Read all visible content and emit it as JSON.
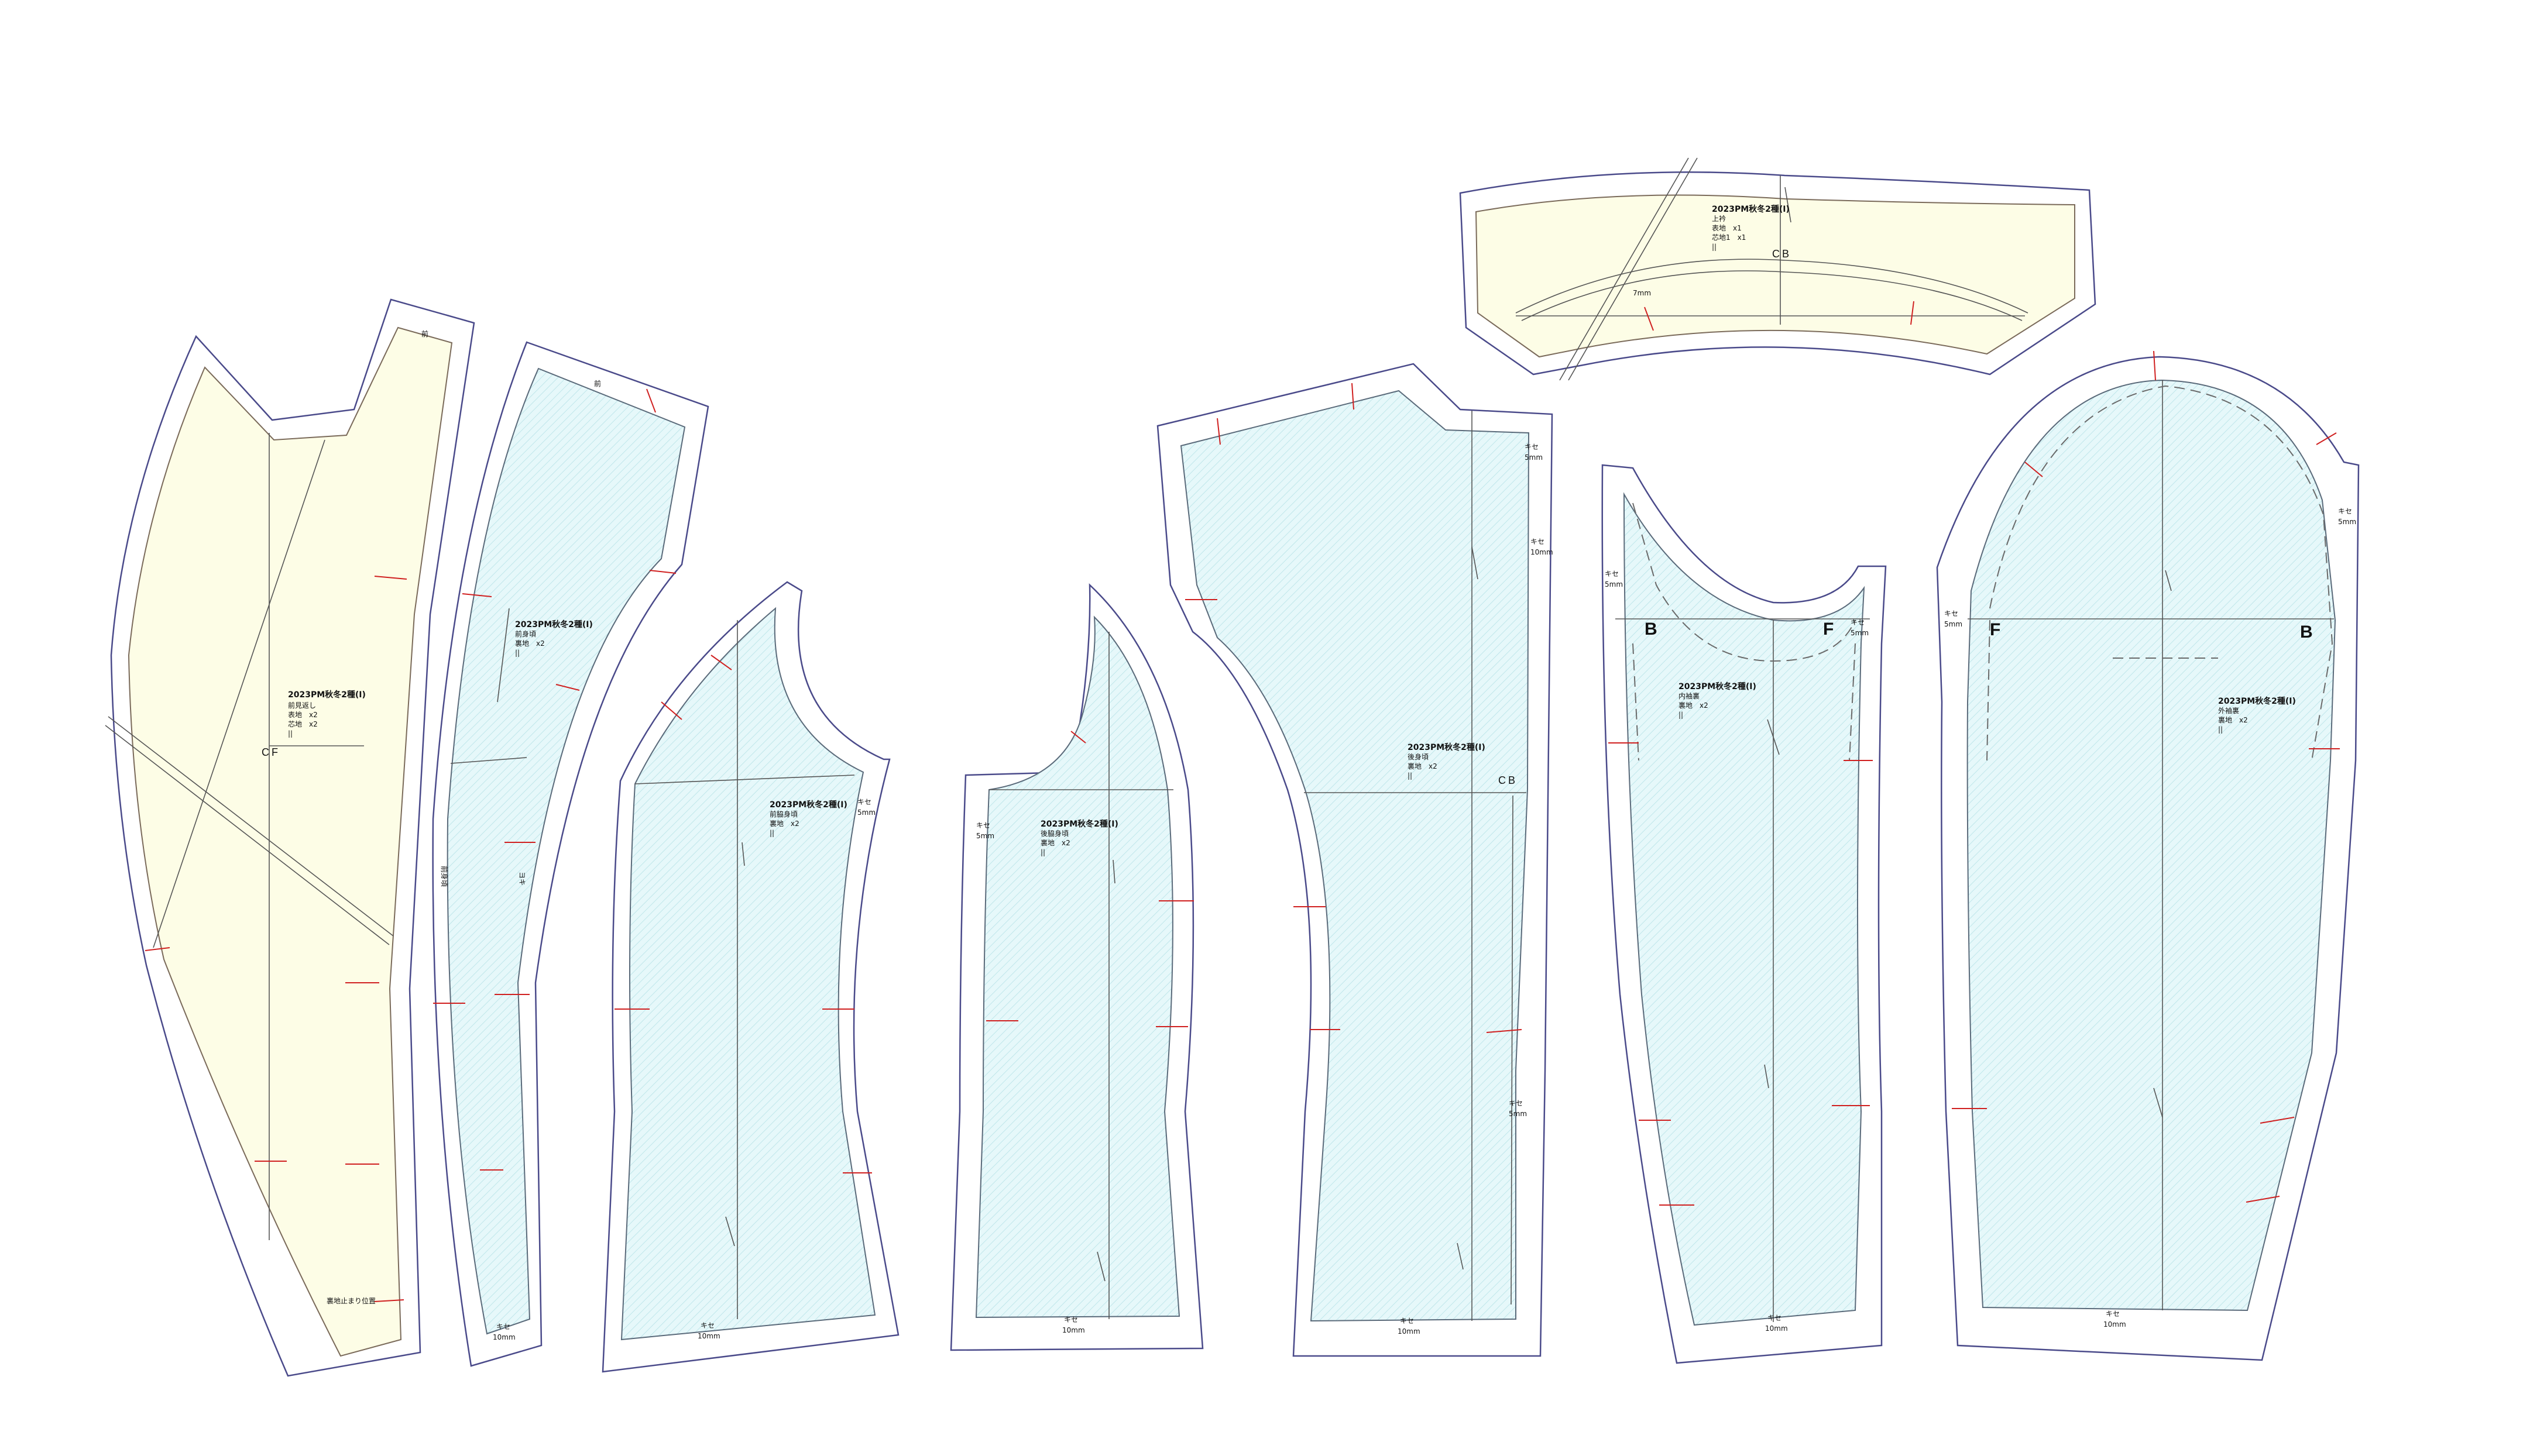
{
  "pieces": [
    {
      "id": "front",
      "fill": "yellow",
      "lines": [
        "2023PM秋冬2種(I)",
        "前見返し",
        "表地　x2",
        "芯地　x2",
        "||"
      ],
      "center_label": "CF",
      "side_label": "裏地止まり位置",
      "top_mark": "前"
    },
    {
      "id": "side-front",
      "fill": "cyan",
      "lines": [
        "2023PM秋冬2種(I)",
        "前身頃",
        "裏地　x2",
        "||"
      ],
      "top_mark": "前",
      "side_label_left": "前身頃",
      "side_label_right": "ヨキ",
      "hem": [
        "キセ",
        "10mm"
      ]
    },
    {
      "id": "side-panel",
      "fill": "cyan",
      "lines": [
        "2023PM秋冬2種(I)",
        "前脇身頃",
        "裏地　x2",
        "||"
      ],
      "kise": [
        "キセ",
        "5mm"
      ],
      "hem": [
        "キセ",
        "10mm"
      ]
    },
    {
      "id": "side-back",
      "fill": "cyan",
      "lines": [
        "2023PM秋冬2種(I)",
        "後脇身頃",
        "裏地　x2",
        "||"
      ],
      "kise": [
        "キセ",
        "5mm"
      ],
      "hem": [
        "キセ",
        "10mm"
      ]
    },
    {
      "id": "back",
      "fill": "cyan",
      "lines": [
        "2023PM秋冬2種(I)",
        "後身頃",
        "裏地　x2",
        "||"
      ],
      "center_label": "CB",
      "kise1": [
        "キセ",
        "5mm"
      ],
      "kise2": [
        "キセ",
        "10mm"
      ],
      "kise3": [
        "キセ",
        "5mm"
      ],
      "hem": [
        "キセ",
        "10mm"
      ]
    },
    {
      "id": "collar",
      "fill": "yellow",
      "lines": [
        "2023PM秋冬2種(I)",
        "上衿",
        "表地　x1",
        "芯地1　x1",
        "||"
      ],
      "center_label": "CB",
      "note": "7mm"
    },
    {
      "id": "under-sleeve",
      "fill": "cyan",
      "lines": [
        "2023PM秋冬2種(I)",
        "内袖裏",
        "裏地　x2",
        "||"
      ],
      "letters": [
        "B",
        "F"
      ],
      "kise1": [
        "キセ",
        "5mm"
      ],
      "kise2": [
        "キセ",
        "5mm"
      ],
      "hem": [
        "キセ",
        "10mm"
      ]
    },
    {
      "id": "top-sleeve",
      "fill": "cyan",
      "lines": [
        "2023PM秋冬2種(I)",
        "外袖裏",
        "裏地　x2",
        "||"
      ],
      "letters": [
        "F",
        "B"
      ],
      "kise1": [
        "キセ",
        "5mm"
      ],
      "kise2": [
        "キセ",
        "5mm"
      ],
      "hem": [
        "キセ",
        "10mm"
      ]
    }
  ]
}
